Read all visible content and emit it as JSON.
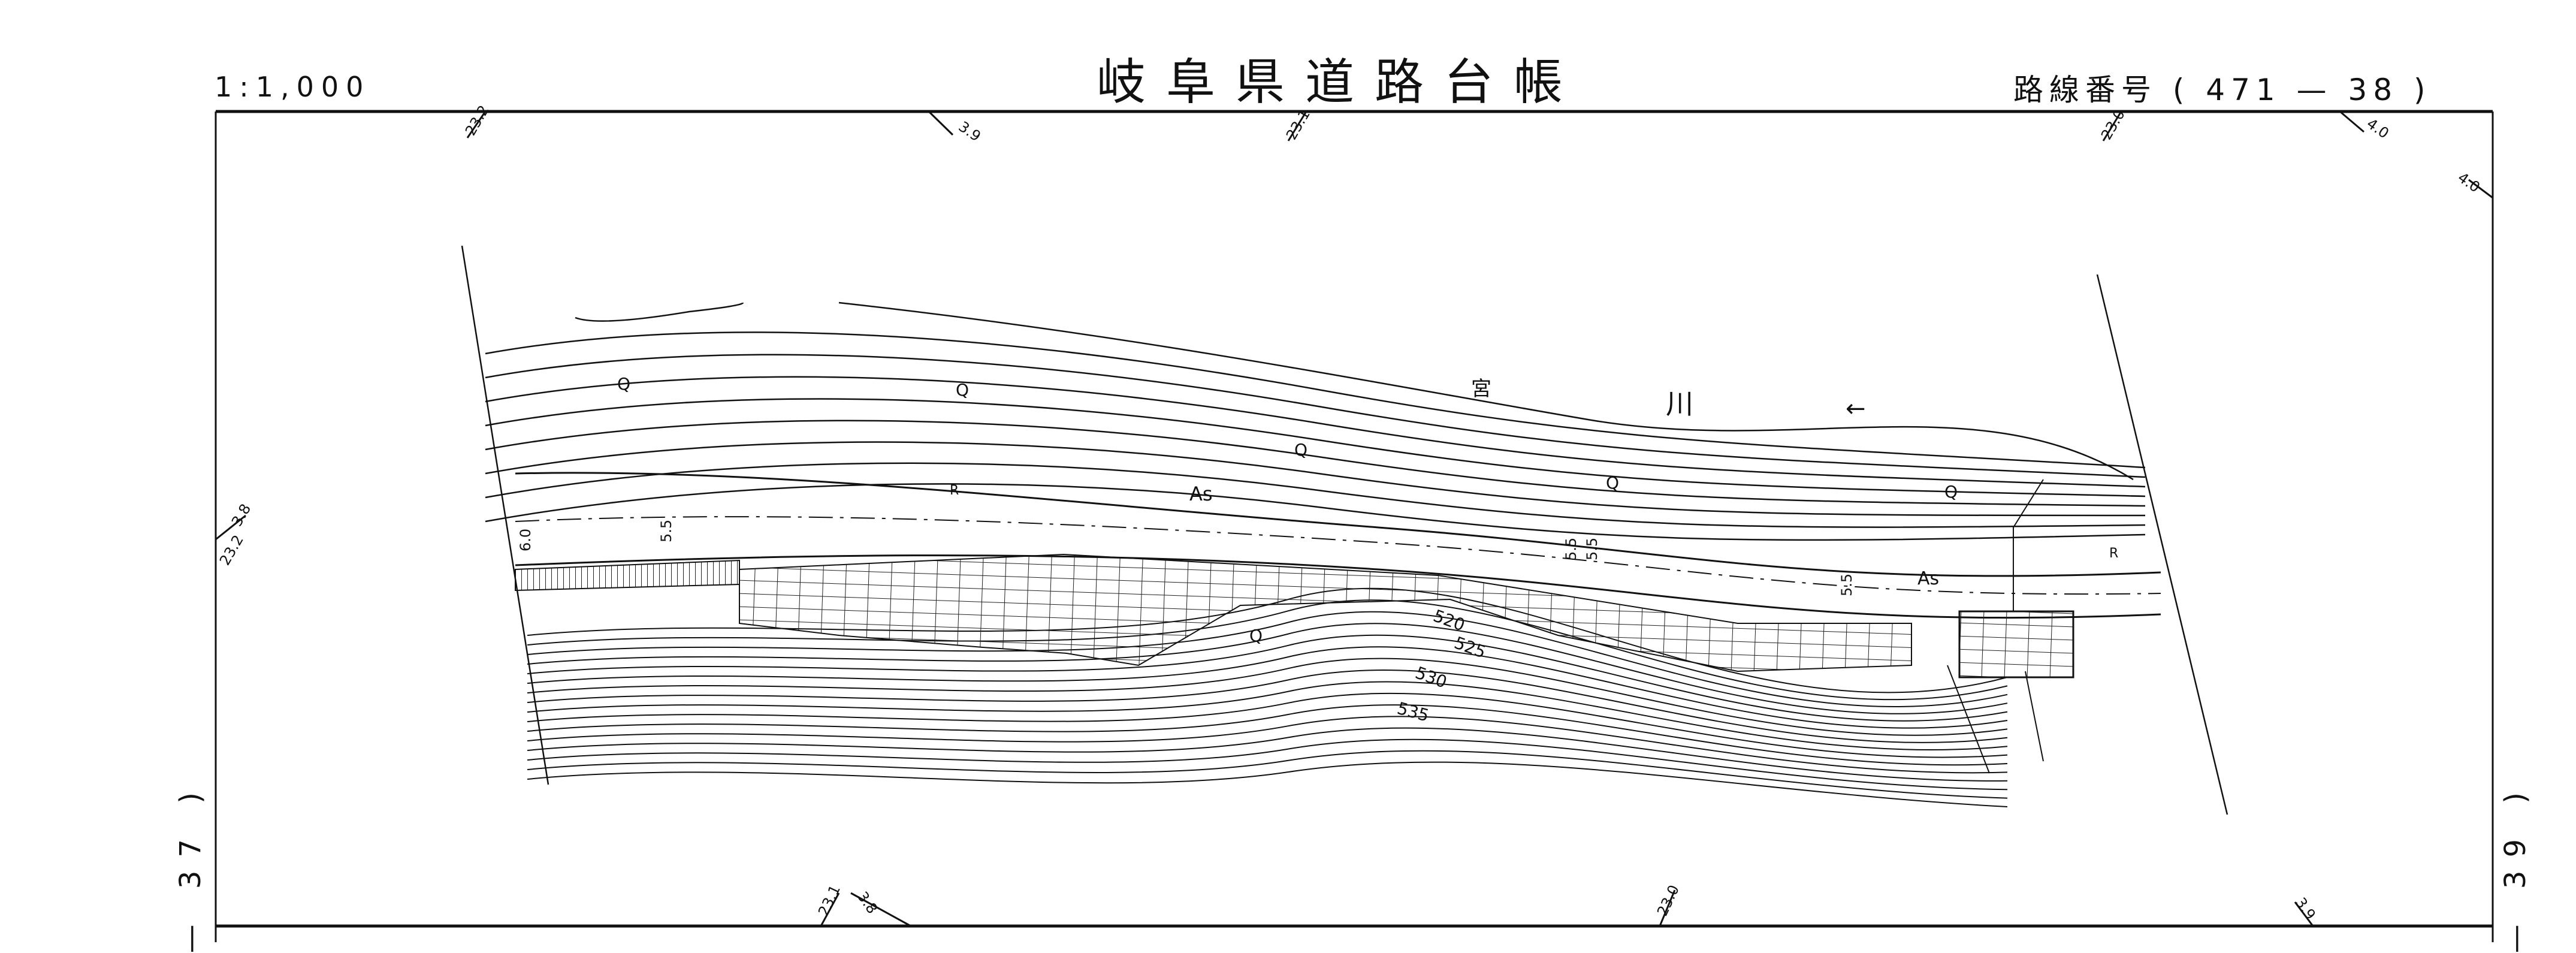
{
  "header": {
    "title": "岐阜県道路台帳",
    "scale": "1:1,000",
    "route_label": "路線番号",
    "route_number": "( 471 — 38 )"
  },
  "sheet_links": {
    "left": "— 37 )",
    "right": "— 39 )"
  },
  "border_ticks": {
    "top": [
      "23.2",
      "3.9",
      "23.1",
      "23.0",
      "4.0",
      "4.0"
    ],
    "left": [
      "23.2",
      "3.8"
    ],
    "bottom": [
      "23.1",
      "3.8",
      "23.0",
      "3.9"
    ]
  },
  "map_labels": {
    "river_char1": "宮",
    "river_char2": "川",
    "flow_arrow": "←",
    "q": "Q",
    "as": "As",
    "r": "R",
    "width_55": "5.5",
    "width_60": "6.0",
    "contours": [
      "520",
      "525",
      "530",
      "535"
    ]
  }
}
